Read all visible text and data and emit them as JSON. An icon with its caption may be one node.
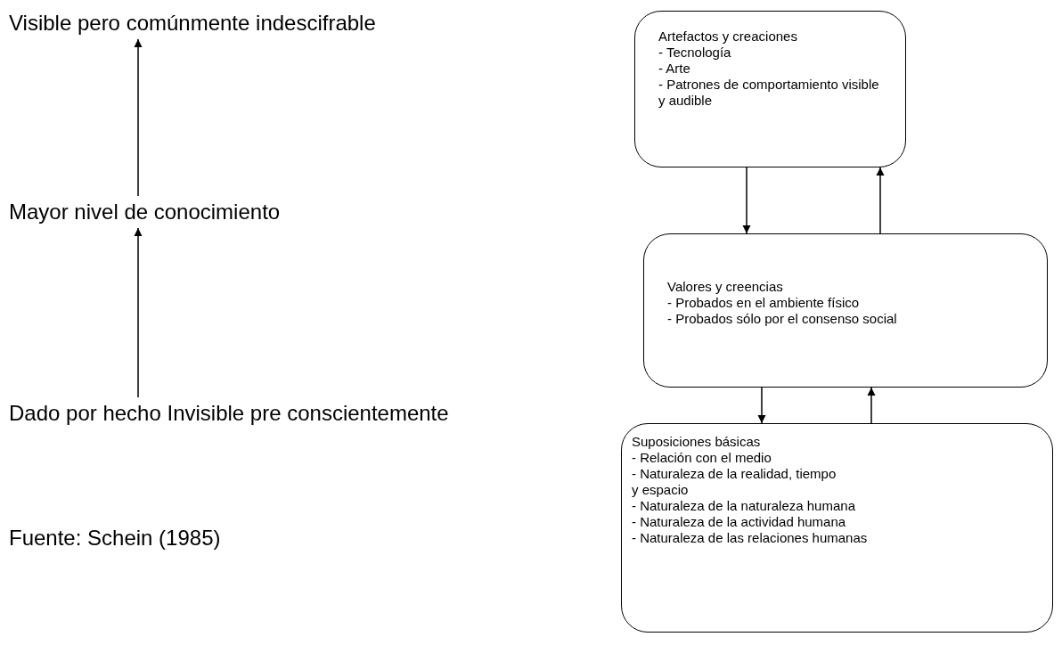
{
  "diagram": {
    "nodes": [
      {
        "text": [
          "Visible pero comúnmente indescifrable"
        ]
      },
      {
        "text": [
          "Mayor nivel de conocimiento"
        ]
      },
      {
        "text": [
          "Dado por hecho Invisible pre conscientemente"
        ]
      },
      {
        "text": [
          "Artefactos y creaciones",
          "- Tecnología",
          "- Arte",
          "- Patrones de comportamiento visible y audible"
        ]
      },
      {
        "text": [
          "Valores y creencias",
          "- Probados en el ambiente físico",
          "- Probados sólo por el consenso social"
        ]
      },
      {
        "text": [
          "Suposiciones básicas",
          "- Relación con el medio",
          "- Naturaleza de la realidad, tiempo y espacio",
          "- Naturaleza de la naturaleza humana",
          "- Naturaleza de la actividad humana",
          "- Naturaleza de las relaciones humanas"
        ]
      }
    ],
    "edges": [
      {
        "from": 1,
        "to": 0,
        "arrow": "to"
      },
      {
        "from": 2,
        "to": 1,
        "arrow": "to"
      },
      {
        "from": 3,
        "to": 4,
        "arrow": "to"
      },
      {
        "from": 4,
        "to": 3,
        "arrow": "to"
      },
      {
        "from": 4,
        "to": 5,
        "arrow": "to"
      },
      {
        "from": 5,
        "to": 4,
        "arrow": "to"
      }
    ],
    "labels": [
      "Fuente: Schein (1985)"
    ]
  }
}
